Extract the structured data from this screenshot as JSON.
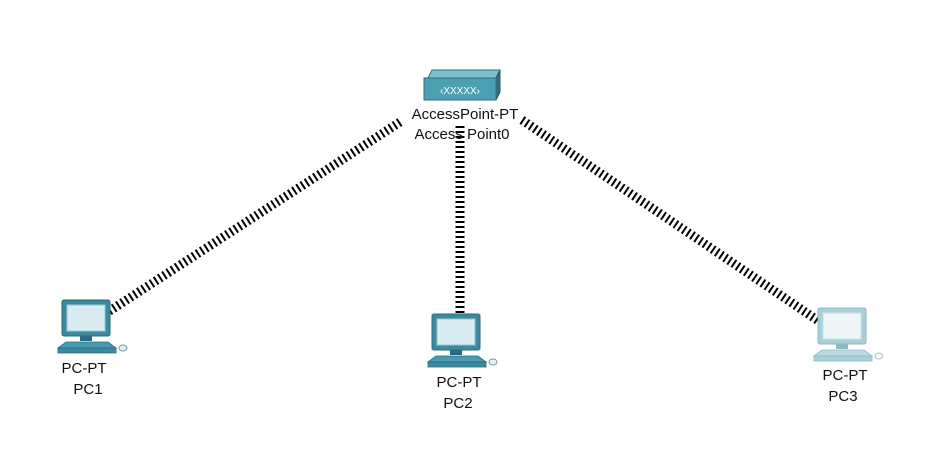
{
  "devices": [
    {
      "id": "ap0",
      "type_label": "AccessPoint-PT",
      "name_label": "Access Point0",
      "icon": "access-point-icon",
      "color": "#4d9fb2"
    },
    {
      "id": "pc1",
      "type_label": "PC-PT",
      "name_label": "PC1",
      "icon": "pc-icon",
      "color": "#3b8aa0"
    },
    {
      "id": "pc2",
      "type_label": "PC-PT",
      "name_label": "PC2",
      "icon": "pc-icon",
      "color": "#3b8aa0"
    },
    {
      "id": "pc3",
      "type_label": "PC-PT",
      "name_label": "PC3",
      "icon": "pc-icon",
      "color": "#a9cfd9"
    }
  ],
  "links": [
    {
      "from": "ap0",
      "to": "pc1",
      "kind": "wireless"
    },
    {
      "from": "ap0",
      "to": "pc2",
      "kind": "wireless"
    },
    {
      "from": "ap0",
      "to": "pc3",
      "kind": "wireless"
    }
  ]
}
